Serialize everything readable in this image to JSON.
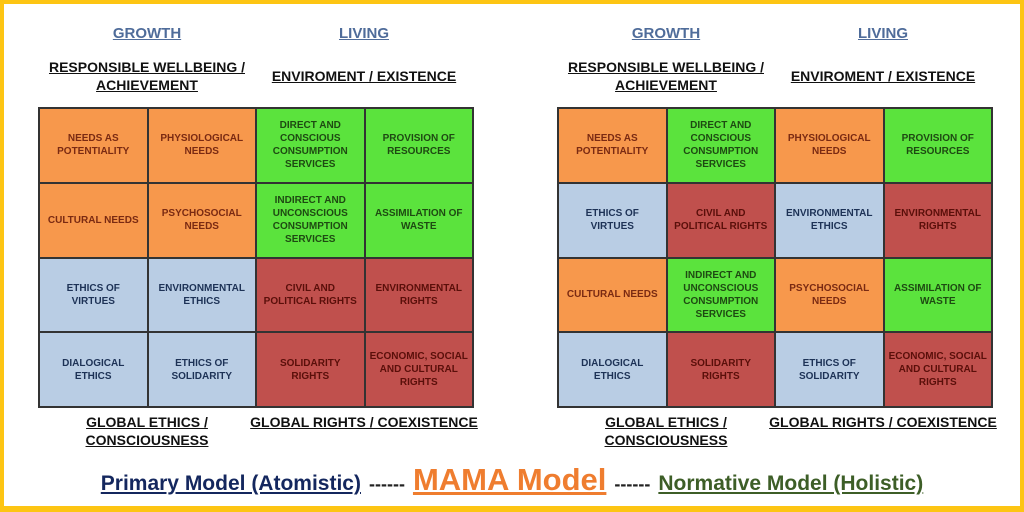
{
  "headers": {
    "growth": "GROWTH",
    "living": "LIVING",
    "wellbeing": "RESPONSIBLE WELLBEING  / ACHIEVEMENT",
    "environment": "ENVIROMENT / EXISTENCE",
    "ethics": "GLOBAL ETHICS / CONSCIOUSNESS",
    "rights": "GLOBAL RIGHTS / COEXISTENCE"
  },
  "colors": {
    "orange": "#f7984c",
    "green": "#5be33d",
    "blue": "#b9cde4",
    "red": "#c0504d",
    "frame": "#fdc513"
  },
  "panels": [
    {
      "cells": [
        {
          "text": "NEEDS AS POTENTIALITY",
          "color": "orange"
        },
        {
          "text": "PHYSIOLOGICAL NEEDS",
          "color": "orange"
        },
        {
          "text": "DIRECT AND CONSCIOUS CONSUMPTION SERVICES",
          "color": "green"
        },
        {
          "text": "PROVISION OF RESOURCES",
          "color": "green"
        },
        {
          "text": "CULTURAL NEEDS",
          "color": "orange"
        },
        {
          "text": "PSYCHOSOCIAL NEEDS",
          "color": "orange"
        },
        {
          "text": "INDIRECT AND UNCONSCIOUS CONSUMPTION SERVICES",
          "color": "green"
        },
        {
          "text": "ASSIMILATION OF WASTE",
          "color": "green"
        },
        {
          "text": "ETHICS OF VIRTUES",
          "color": "blue"
        },
        {
          "text": "ENVIRONMENTAL ETHICS",
          "color": "blue"
        },
        {
          "text": "CIVIL AND POLITICAL RIGHTS",
          "color": "red"
        },
        {
          "text": "ENVIRONMENTAL RIGHTS",
          "color": "red"
        },
        {
          "text": "DIALOGICAL ETHICS",
          "color": "blue"
        },
        {
          "text": "ETHICS OF SOLIDARITY",
          "color": "blue"
        },
        {
          "text": "SOLIDARITY RIGHTS",
          "color": "red"
        },
        {
          "text": "ECONOMIC, SOCIAL AND CULTURAL RIGHTS",
          "color": "red"
        }
      ]
    },
    {
      "cells": [
        {
          "text": "NEEDS AS POTENTIALITY",
          "color": "orange"
        },
        {
          "text": "DIRECT AND CONSCIOUS CONSUMPTION SERVICES",
          "color": "green"
        },
        {
          "text": "PHYSIOLOGICAL NEEDS",
          "color": "orange"
        },
        {
          "text": "PROVISION OF RESOURCES",
          "color": "green"
        },
        {
          "text": "ETHICS OF VIRTUES",
          "color": "blue"
        },
        {
          "text": "CIVIL AND POLITICAL RIGHTS",
          "color": "red"
        },
        {
          "text": "ENVIRONMENTAL ETHICS",
          "color": "blue"
        },
        {
          "text": "ENVIRONMENTAL RIGHTS",
          "color": "red"
        },
        {
          "text": "CULTURAL NEEDS",
          "color": "orange"
        },
        {
          "text": "INDIRECT AND UNCONSCIOUS CONSUMPTION SERVICES",
          "color": "green"
        },
        {
          "text": "PSYCHOSOCIAL NEEDS",
          "color": "orange"
        },
        {
          "text": "ASSIMILATION OF WASTE",
          "color": "green"
        },
        {
          "text": "DIALOGICAL ETHICS",
          "color": "blue"
        },
        {
          "text": "SOLIDARITY RIGHTS",
          "color": "red"
        },
        {
          "text": "ETHICS OF SOLIDARITY",
          "color": "blue"
        },
        {
          "text": "ECONOMIC, SOCIAL AND CULTURAL RIGHTS",
          "color": "red"
        }
      ]
    }
  ],
  "footer": {
    "primary": "Primary Model (Atomistic)",
    "dashes": "------",
    "mama": "MAMA Model",
    "normative": "Normative Model (Holistic)"
  }
}
